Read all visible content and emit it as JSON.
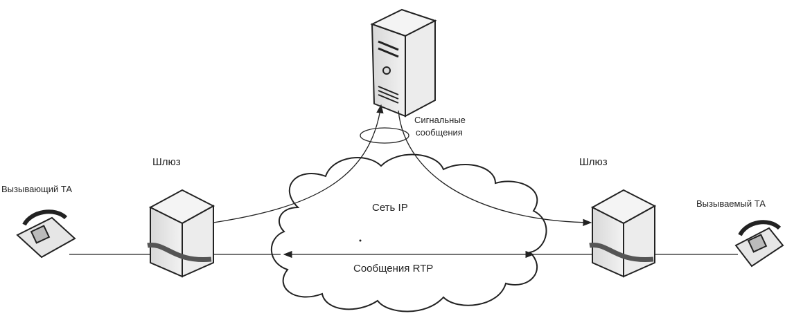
{
  "labels": {
    "signal_line1": "Сигнальные",
    "signal_line2": "сообщения",
    "gateway_left": "Шлюз",
    "gateway_right": "Шлюз",
    "caller": "Вызывающий ТА",
    "callee": "Вызываемый ТА",
    "network": "Сеть IP",
    "rtp": "Сообщения RTP"
  }
}
